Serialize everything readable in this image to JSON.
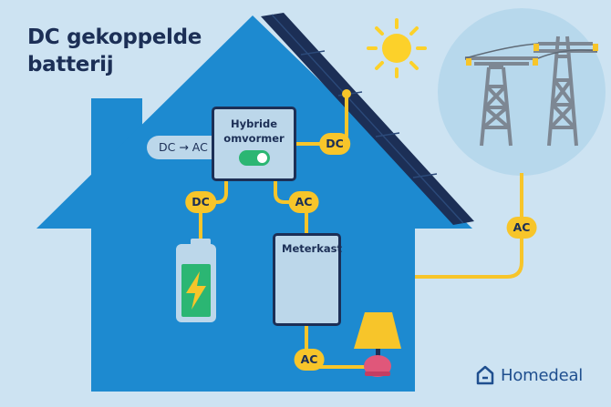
{
  "title": {
    "line1": "DC gekoppelde",
    "line2": "batterij"
  },
  "conversion_pill": "DC → AC",
  "inverter": {
    "line1": "Hybride",
    "line2": "omvormer"
  },
  "meter_label": "Meterkast",
  "connections": {
    "solar_to_inverter": "DC",
    "inverter_to_battery": "DC",
    "inverter_to_meter": "AC",
    "grid_to_meter": "AC",
    "meter_to_lamp": "AC"
  },
  "brand": "Homedeal",
  "colors": {
    "background": "#cde3f2",
    "house": "#1d8ad0",
    "outline": "#1c2f56",
    "cable": "#f7c52a",
    "battery_green": "#2bb673",
    "sun": "#fcd12a"
  },
  "icons": [
    "sun-icon",
    "solar-panel-icon",
    "power-pylon-icon",
    "battery-icon",
    "lightning-icon",
    "electric-meter-icon",
    "lamp-icon",
    "home-logo-icon"
  ]
}
